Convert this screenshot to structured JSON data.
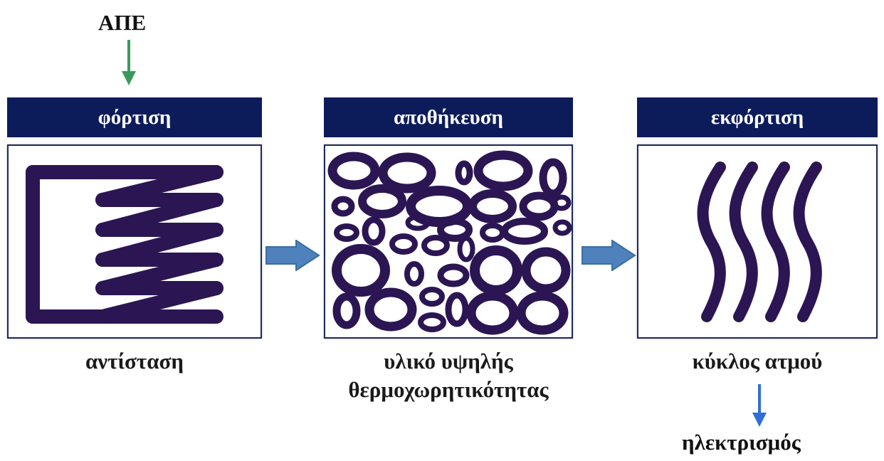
{
  "input_label": "ΑΠΕ",
  "stages": [
    {
      "title": "φόρτιση",
      "caption_lines": [
        "αντίσταση"
      ]
    },
    {
      "title": "αποθήκευση",
      "caption_lines": [
        "υλικό υψηλής",
        "θερμοχωρητικότητας"
      ]
    },
    {
      "title": "εκφόρτιση",
      "caption_lines": [
        "κύκλος ατμού"
      ]
    }
  ],
  "output_label": "ηλεκτρισμός",
  "colors": {
    "header_bg": "#0c1c5b",
    "shape": "#2b1653",
    "flow_arrow": "#4f81bd",
    "input_arrow": "#3a9a5b",
    "output_arrow": "#2f6fd6"
  }
}
